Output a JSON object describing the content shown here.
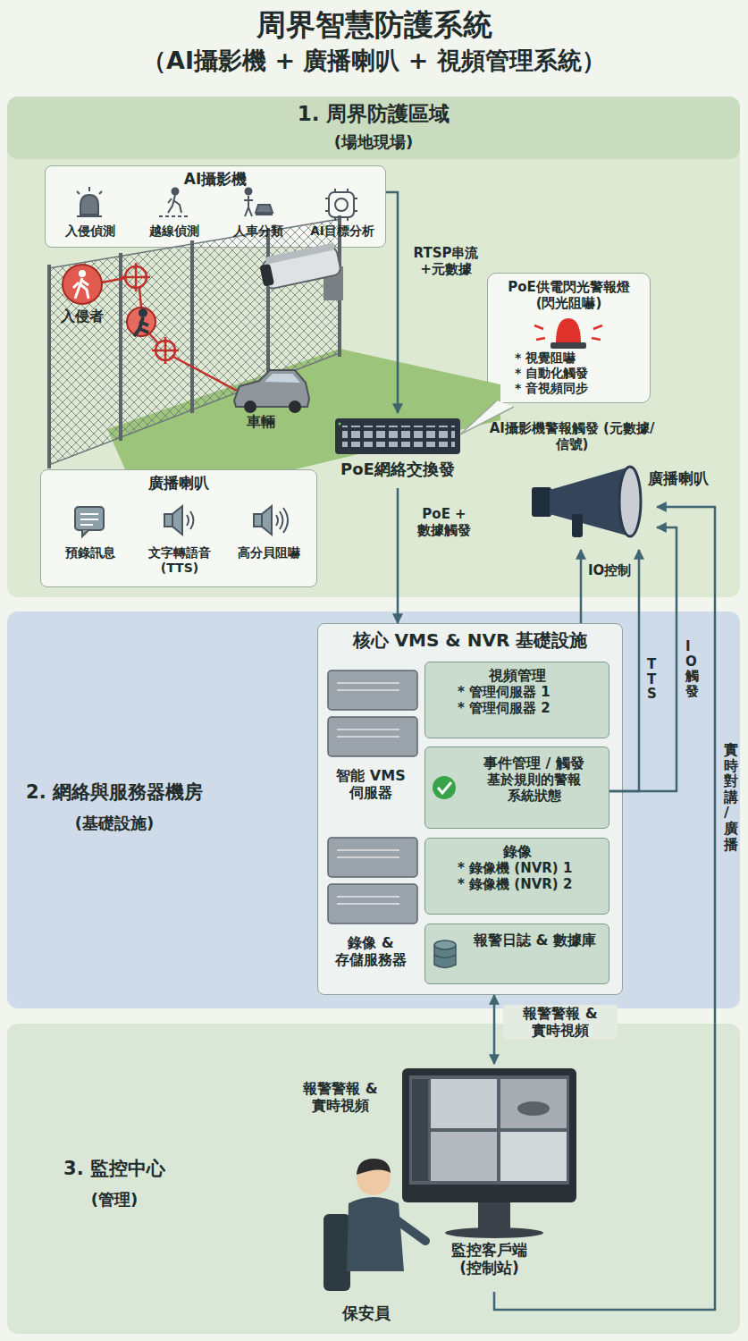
{
  "diagram": {
    "title": "周界智慧防護系統",
    "nodes": [
      {
        "text": [
          "1. 周界防護區域",
          "(場地現場)"
        ]
      },
      {
        "text": [
          "AI攝影機",
          "入侵偵測",
          "越線偵測",
          "人車分類",
          "AI目標分析"
        ],
        "in": 0
      },
      {
        "text": [
          "廣播喇叭",
          "預錄訊息",
          "文字轉語音 (TTS)",
          "高分貝阻嚇"
        ],
        "in": 0
      },
      {
        "text": [
          "PoE網絡交換發"
        ],
        "in": 0
      },
      {
        "text": [
          "PoE供電閃光警報燈 (閃光阻嚇)",
          "* 視覺阻嚇",
          "* 自動化觸發",
          "* 音視頻同步"
        ],
        "in": 0
      },
      {
        "text": [
          "廣播喇叭"
        ],
        "in": 0
      },
      {
        "text": [
          "2. 網絡與服務器機房",
          "(基礎設施)"
        ]
      },
      {
        "text": [
          "核心 VMS & NVR 基礎設施"
        ],
        "in": 6
      },
      {
        "text": [
          "視頻管理",
          "* 管理伺服器 1",
          "* 管理伺服器 2"
        ],
        "in": 7
      },
      {
        "text": [
          "事件管理 / 觸發",
          "基於規則的警報 系統狀態"
        ],
        "in": 7
      },
      {
        "text": [
          "錄像",
          "* 錄像機 (NVR) 1",
          "* 錄像機 (NVR) 2"
        ],
        "in": 7
      },
      {
        "text": [
          "報警日誌 & 數據庫"
        ],
        "in": 7
      },
      {
        "text": [
          "3. 監控中心",
          "(管理)"
        ]
      },
      {
        "text": [
          "監控客戶端 (控制站)"
        ],
        "in": 12
      }
    ],
    "edges": [
      {
        "from": 1,
        "to": 3,
        "label": "RTSP串流 +元數據",
        "arrow": "to"
      },
      {
        "from": 3,
        "to": 7,
        "label": "PoE + 數據觸發",
        "arrow": "to"
      },
      {
        "from": 7,
        "to": 5,
        "label": "IO控制",
        "arrow": "to"
      },
      {
        "from": 9,
        "to": 5,
        "label": "TTS",
        "arrow": "to"
      },
      {
        "from": 9,
        "to": 5,
        "label": "IO觸發",
        "arrow": "to"
      },
      {
        "from": 7,
        "to": 13,
        "label": "報警警報 & 實時視頻",
        "arrow": "both"
      },
      {
        "from": 13,
        "to": 5,
        "label": "實時對講/廣播",
        "arrow": "to"
      }
    ],
    "labels": [
      "（AI攝影機 + 廣播喇叭 + 視頻管理系統）",
      "入侵者",
      "車輛",
      "AI攝影機警報觸發 (元數據/信號)",
      "智能 VMS 伺服器",
      "錄像 & 存儲服務器",
      "報警警報 & 實時視頻",
      "保安員"
    ]
  }
}
